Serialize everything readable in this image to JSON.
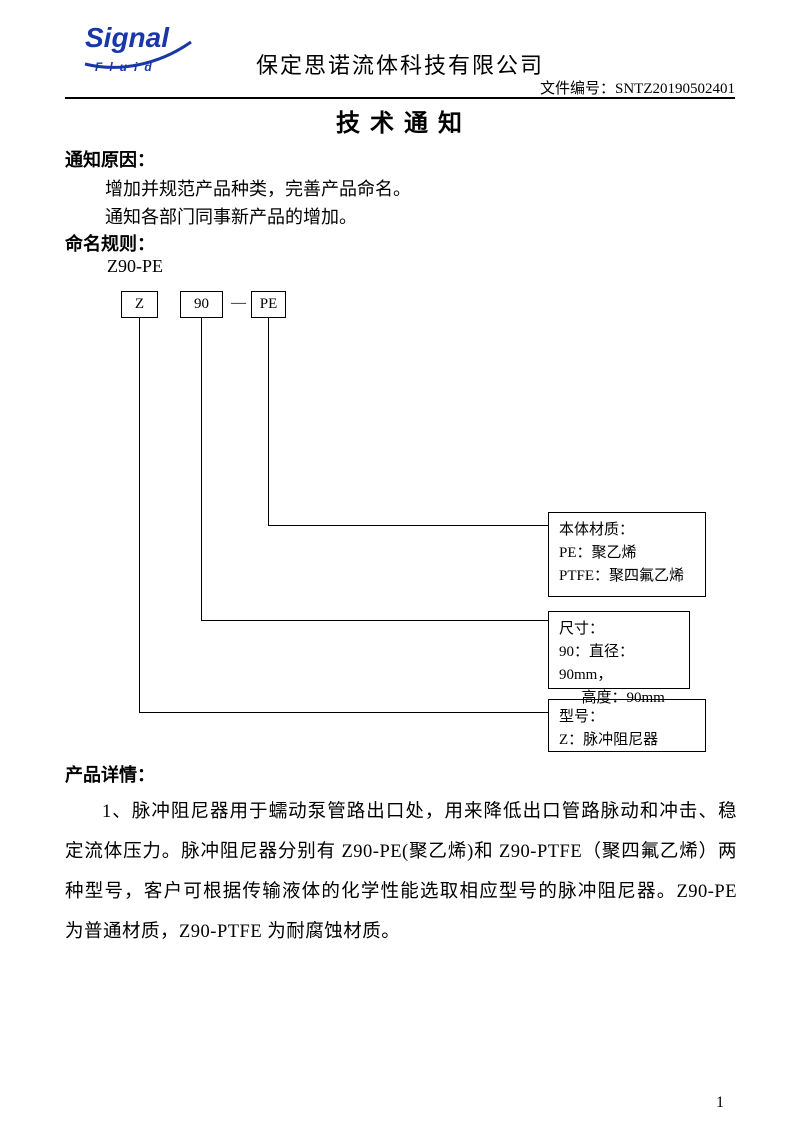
{
  "header": {
    "logo_line1": "Signal",
    "logo_line2": "Fluid",
    "company_name": "保定思诺流体科技有限公司",
    "doc_number_label": "文件编号：",
    "doc_number_value": "SNTZ20190502401"
  },
  "title": "技 术 通 知",
  "notice": {
    "reason_heading": "通知原因：",
    "reason_lines": [
      "增加并规范产品种类，完善产品命名。",
      "通知各部门同事新产品的增加。"
    ],
    "naming_heading": "命名规则：",
    "model_code": "Z90-PE"
  },
  "diagram": {
    "code_boxes": [
      "Z",
      "90",
      "PE"
    ],
    "dash": "—",
    "callouts": [
      {
        "lines": [
          "本体材质：",
          "PE：聚乙烯",
          "PTFE：聚四氟乙烯"
        ]
      },
      {
        "lines": [
          "尺寸：",
          "90：直径：90mm，",
          "      高度：90mm"
        ]
      },
      {
        "lines": [
          "型号：",
          "Z：脉冲阻尼器"
        ]
      }
    ]
  },
  "details": {
    "heading": "产品详情：",
    "paragraph": "1、脉冲阻尼器用于蠕动泵管路出口处，用来降低出口管路脉动和冲击、稳定流体压力。脉冲阻尼器分别有 Z90-PE(聚乙烯)和 Z90-PTFE（聚四氟乙烯）两种型号，客户可根据传输液体的化学性能选取相应型号的脉冲阻尼器。Z90-PE 为普通材质，Z90-PTFE 为耐腐蚀材质。"
  },
  "page": {
    "page_number": "1"
  },
  "colors": {
    "logo_blue": "#1838a8",
    "text": "#000000",
    "background": "#ffffff"
  }
}
